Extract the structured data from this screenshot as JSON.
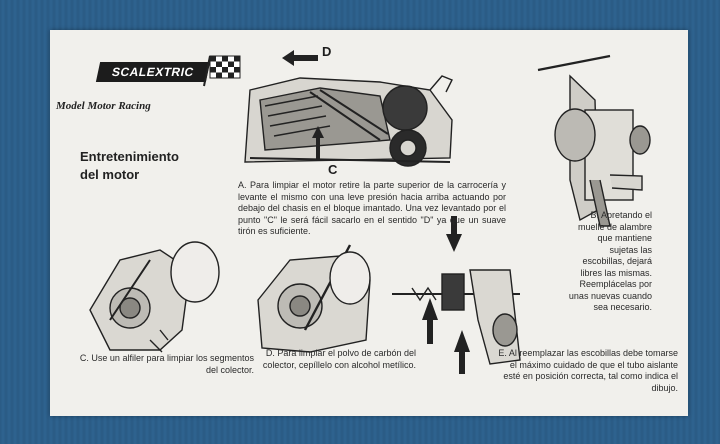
{
  "brand": {
    "logo_text": "SCALEXTRIC",
    "tagline": "Model Motor Racing"
  },
  "heading": {
    "line1": "Entretenimiento",
    "line2": "del motor"
  },
  "figure_labels": {
    "d": "D",
    "c": "C"
  },
  "captions": {
    "a": "A. Para limpiar el motor retire la parte superior de la carrocería y levante el mismo con una leve presión hacia arriba actuando por debajo del chasis en el bloque imantado. Una vez levantado por el punto \"C\" le será fácil sacarlo en el sentido \"D\" ya que un suave tirón es suficiente.",
    "b": "B. Apretando el muelle de alambre que mantiene sujetas las escobillas, dejará libres las mismas. Reemplácelas por unas nuevas cuando sea necesario.",
    "c": "C. Use un alfiler para limpiar los segmentos del colector.",
    "d": "D. Para limpiar el polvo de carbón del colector, cepíllelo con alcohol metílico.",
    "e": "E. Al reemplazar las escobillas debe tomarse el máximo cuidado de que el tubo aislante esté en posición correcta, tal como indica el dibujo."
  },
  "colors": {
    "paper": "#f1f0ec",
    "ink": "#1d1d1d",
    "background": "#2c5f8a"
  }
}
